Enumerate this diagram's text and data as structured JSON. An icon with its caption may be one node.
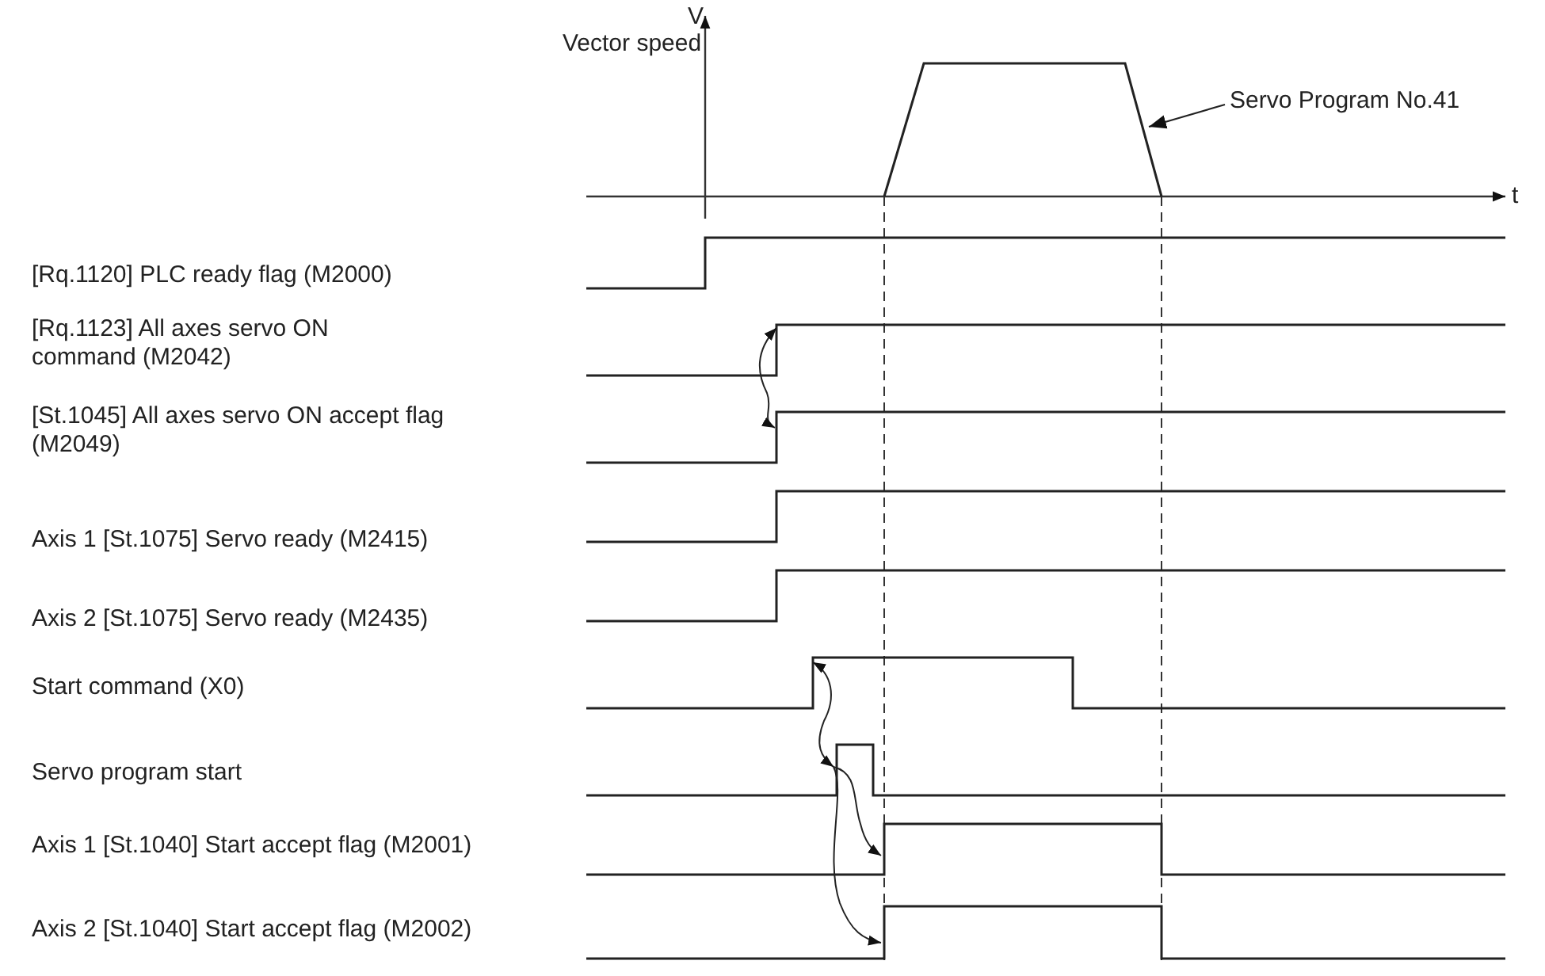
{
  "diagram": {
    "nodes": [
      {
        "text": [
          "Servo Program No.41"
        ]
      },
      {
        "text": [],
        "shape": "trapezoid"
      }
    ],
    "edges": [
      {
        "from": 0,
        "to": 1,
        "arrow": "to"
      }
    ],
    "labels": [
      "V",
      "Vector speed",
      "t",
      "[Rq.1120] PLC ready flag (M2000)",
      "[Rq.1123] All axes servo ON command (M2042)",
      "[St.1045] All axes servo ON accept flag (M2049)",
      "Axis 1 [St.1075] Servo ready (M2415)",
      "Axis 2 [St.1075] Servo ready (M2435)",
      "Start command (X0)",
      "Servo program start",
      "Axis 1 [St.1040] Start accept flag (M2001)",
      "Axis 2 [St.1040] Start accept flag (M2002)"
    ]
  }
}
